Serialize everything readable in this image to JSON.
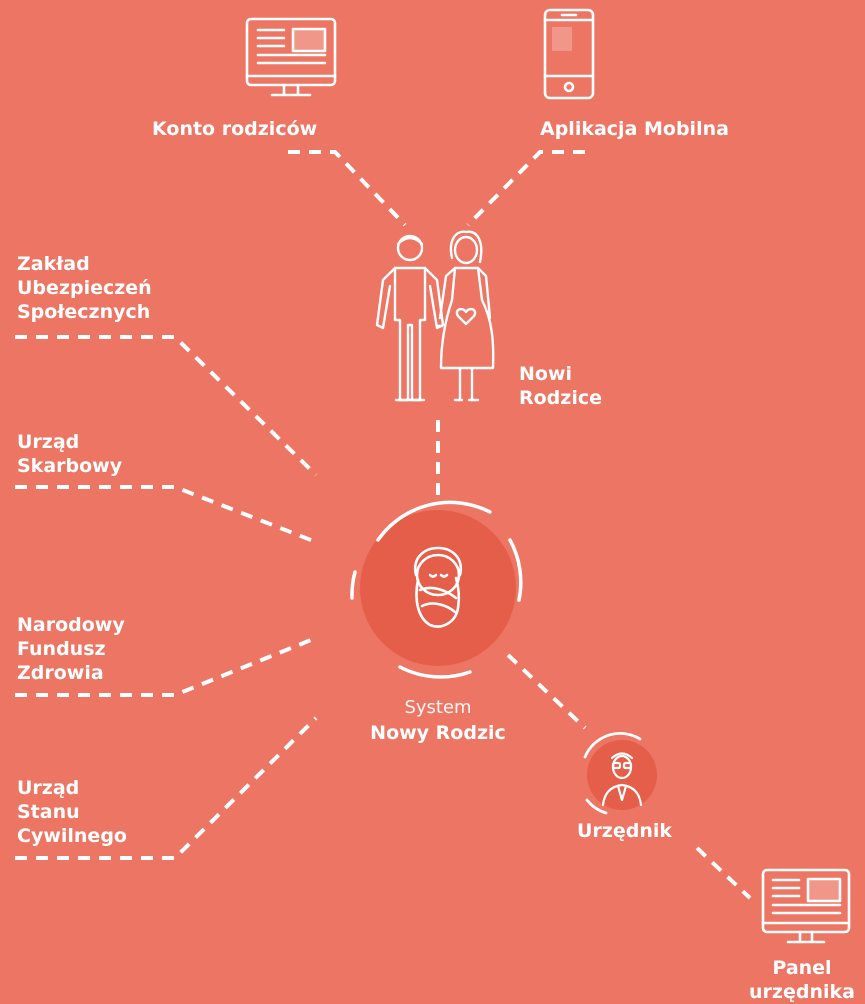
{
  "diagram": {
    "top_nodes": {
      "parent_account": "Konto rodziców",
      "mobile_app": "Aplikacja Mobilna"
    },
    "parents_label": [
      "Nowi",
      "Rodzice"
    ],
    "center": {
      "subtitle": "System",
      "title": "Nowy Rodzic"
    },
    "institutions": [
      {
        "lines": [
          "Zakład",
          "Ubezpieczeń",
          "Społecznych"
        ]
      },
      {
        "lines": [
          "Urząd",
          "Skarbowy"
        ]
      },
      {
        "lines": [
          "Narodowy",
          "Fundusz",
          "Zdrowia"
        ]
      },
      {
        "lines": [
          "Urząd",
          "Stanu",
          "Cywilnego"
        ]
      }
    ],
    "clerk_label": "Urzędnik",
    "clerk_panel_label": [
      "Panel",
      "urzędnika"
    ]
  },
  "colors": {
    "background": "#EC7563",
    "center_circle": "#E55E49",
    "stroke": "#FFFFFF"
  },
  "icons": {
    "desktop": "monitor-icon",
    "phone": "smartphone-icon",
    "parents": "couple-icon",
    "baby": "swaddled-baby-icon",
    "clerk": "clerk-avatar-icon",
    "panel": "monitor-icon"
  }
}
